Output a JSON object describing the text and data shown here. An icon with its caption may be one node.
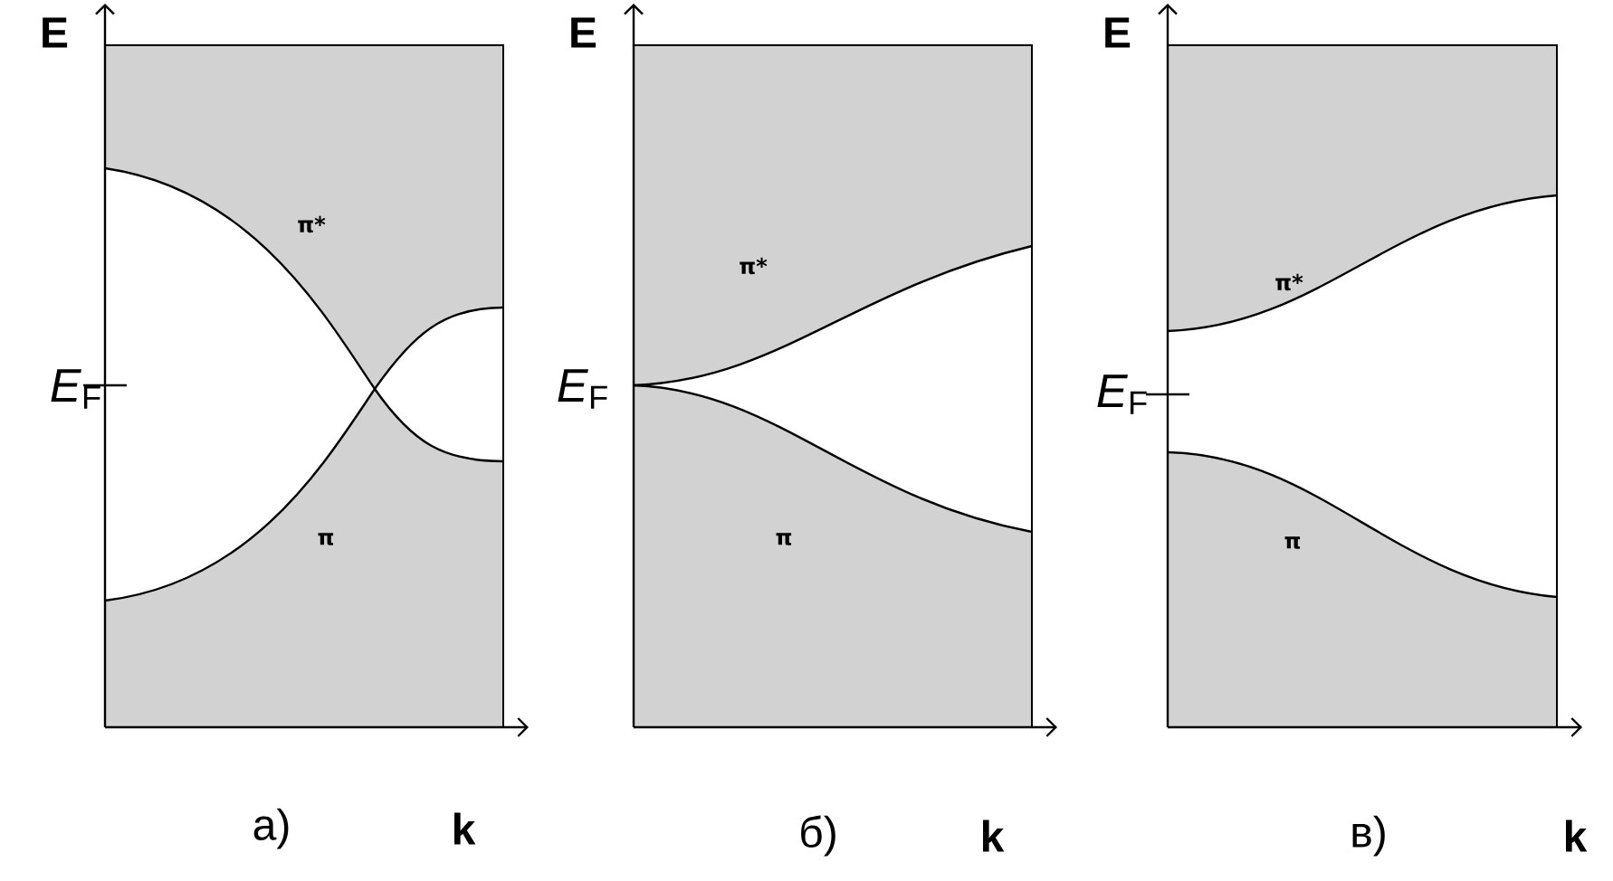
{
  "diagram": {
    "labels": [
      "E",
      "π*",
      "*E*$_{F}$",
      "π",
      "k",
      "а)",
      "E",
      "π*",
      "*E*$_{F}$",
      "π",
      "k",
      "б)",
      "E",
      "π*",
      "*E*$_{F}$",
      "π",
      "k",
      "в)"
    ]
  }
}
